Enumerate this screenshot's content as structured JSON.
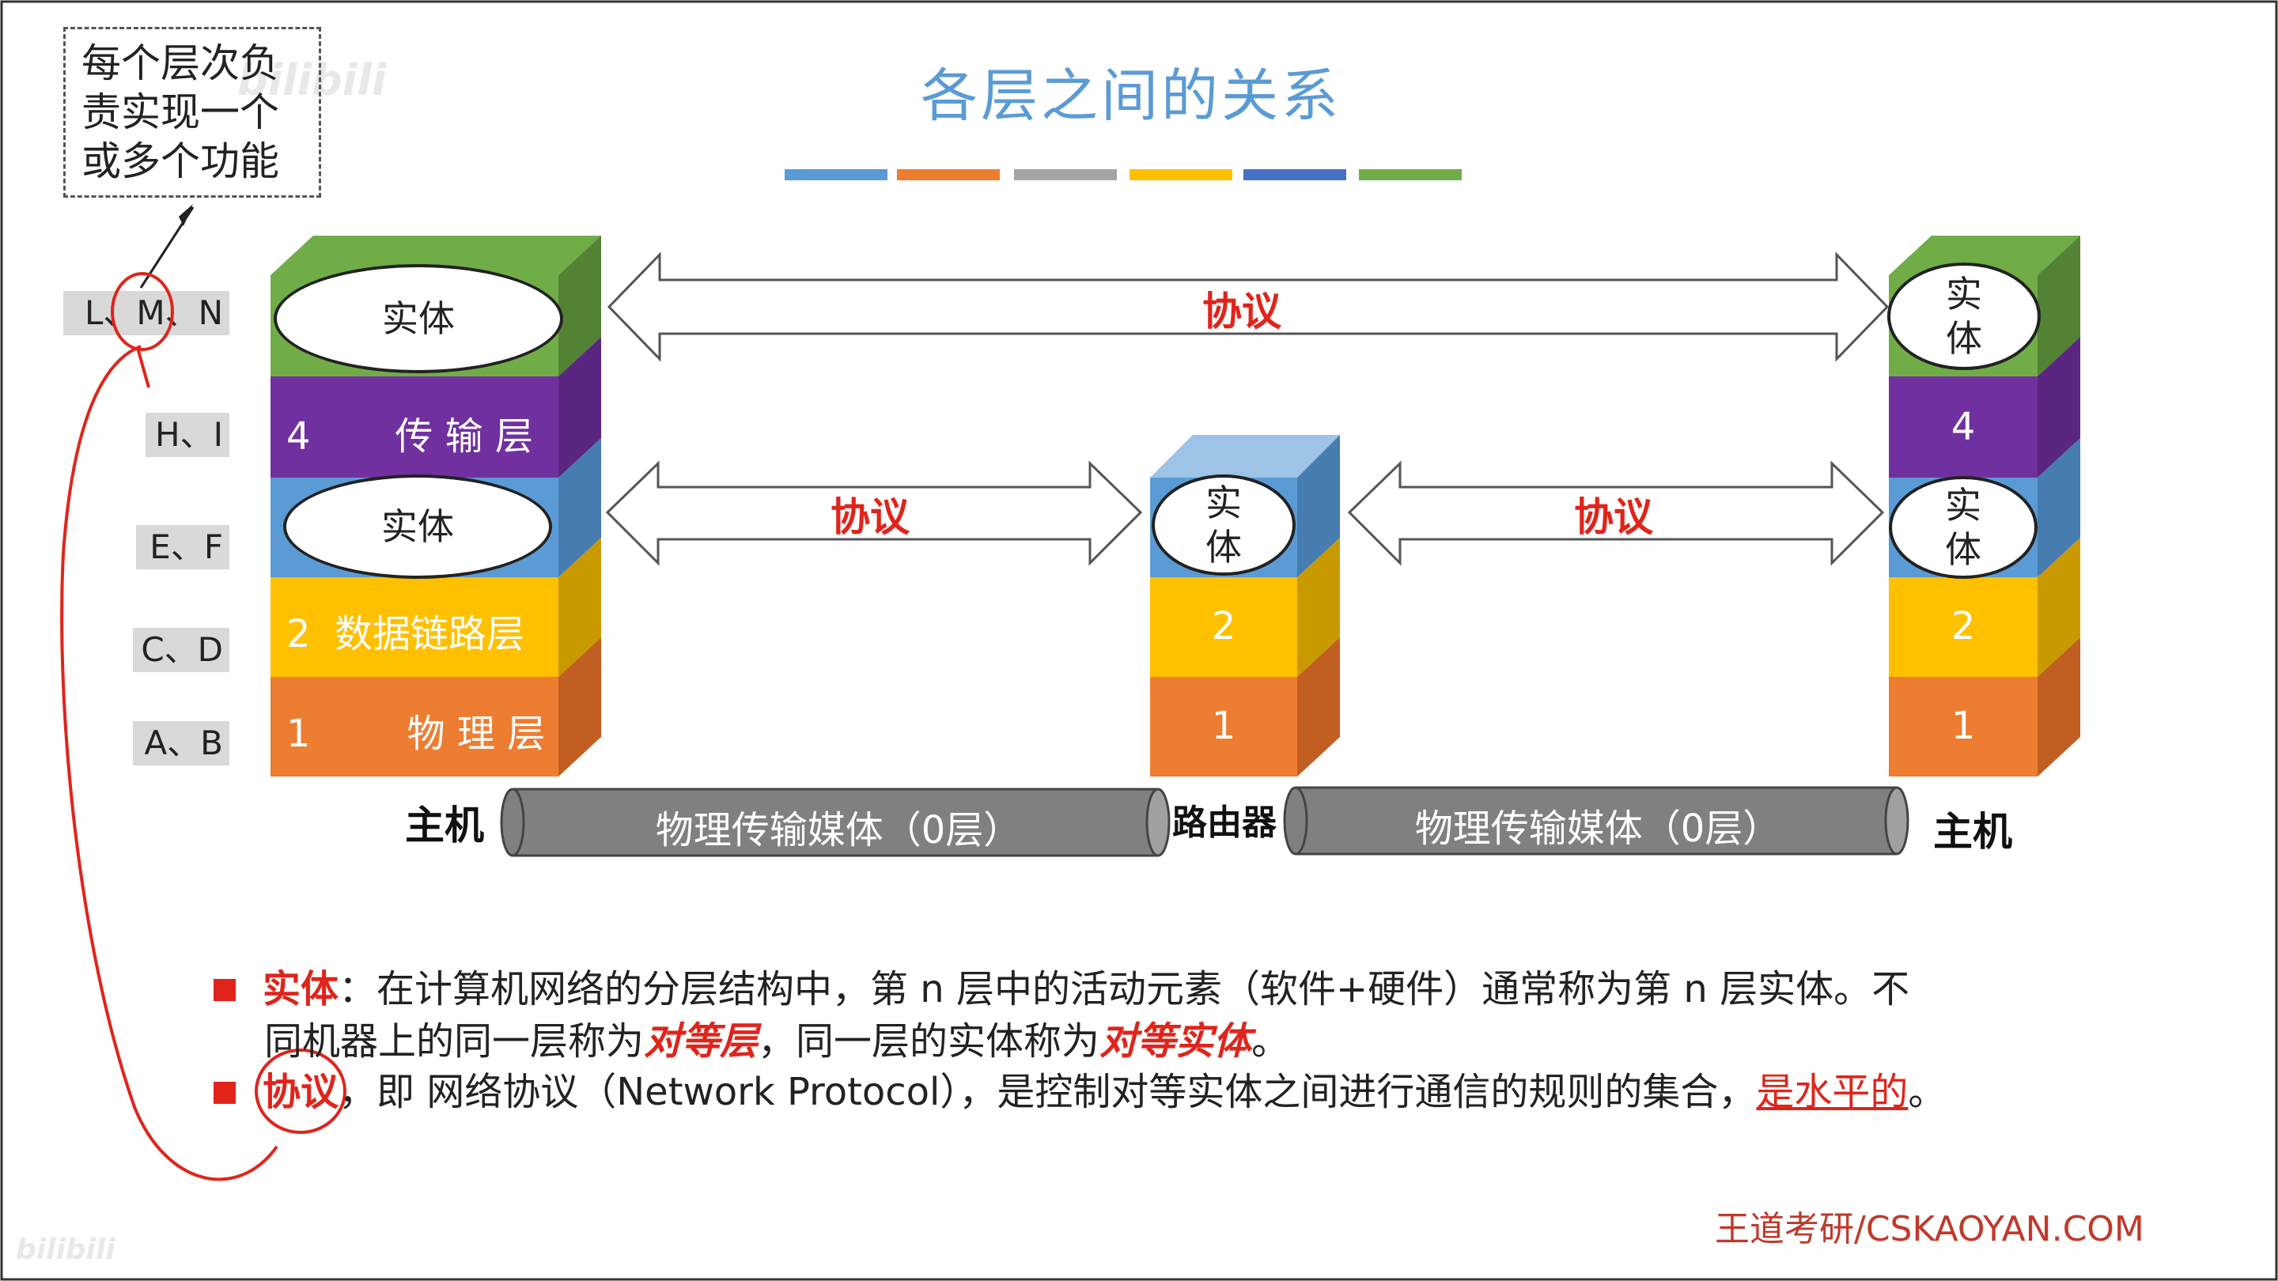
{
  "title": "各层之间的关系",
  "note": {
    "lines": [
      "每个层次负",
      "责实现一个",
      "或多个功能"
    ]
  },
  "left_labels": [
    "L、M、N",
    "H、I",
    "E、F",
    "C、D",
    "A、B"
  ],
  "left_host": {
    "entity_top": "实体",
    "layer4": "4       传 输 层",
    "entity_mid": "实体",
    "layer2": "2  数据链路层",
    "layer1": "1        物 理 层",
    "label": "主机"
  },
  "router": {
    "entity": "实\n体",
    "layer2": "2",
    "layer1": "1",
    "label": "路由器"
  },
  "right_host": {
    "entity_top": "实\n体",
    "layer4": "4",
    "entity_mid": "实\n体",
    "layer2": "2",
    "layer1": "1",
    "label": "主机"
  },
  "protocol_labels": {
    "top": "协议",
    "left_mid": "协议",
    "right_mid": "协议"
  },
  "medium": {
    "left": "物理传输媒体（0层）",
    "right": "物理传输媒体（0层）"
  },
  "bullets": {
    "b1_term": "实体",
    "b1_text_a": "：在计算机网络的分层结构中，第 n 层中的活动元素（软件+硬件）通常称为第 n 层实体。不",
    "b1_text_b": "同机器上的同一层称为",
    "b1_peer_layer": "对等层",
    "b1_text_c": "，同一层的实体称为",
    "b1_peer_entity": "对等实体",
    "b1_text_d": "。",
    "b2_term": "协议",
    "b2_text_a": "，即 网络协议（Network Protocol），是控制对等实体之间进行通信的规则的集合，",
    "b2_horizontal": "是水平的",
    "b2_text_b": "。"
  },
  "footer": "王道考研/CSKAOYAN.COM",
  "watermark": "bilibili",
  "colors": {
    "title": "#5b9bd5",
    "green": "#70ad47",
    "purple": "#7030a0",
    "blue": "#5b9bd5",
    "yellow": "#ffc000",
    "orange": "#ed7d31",
    "red": "#e0241b",
    "gray_pipe": "#808080"
  }
}
